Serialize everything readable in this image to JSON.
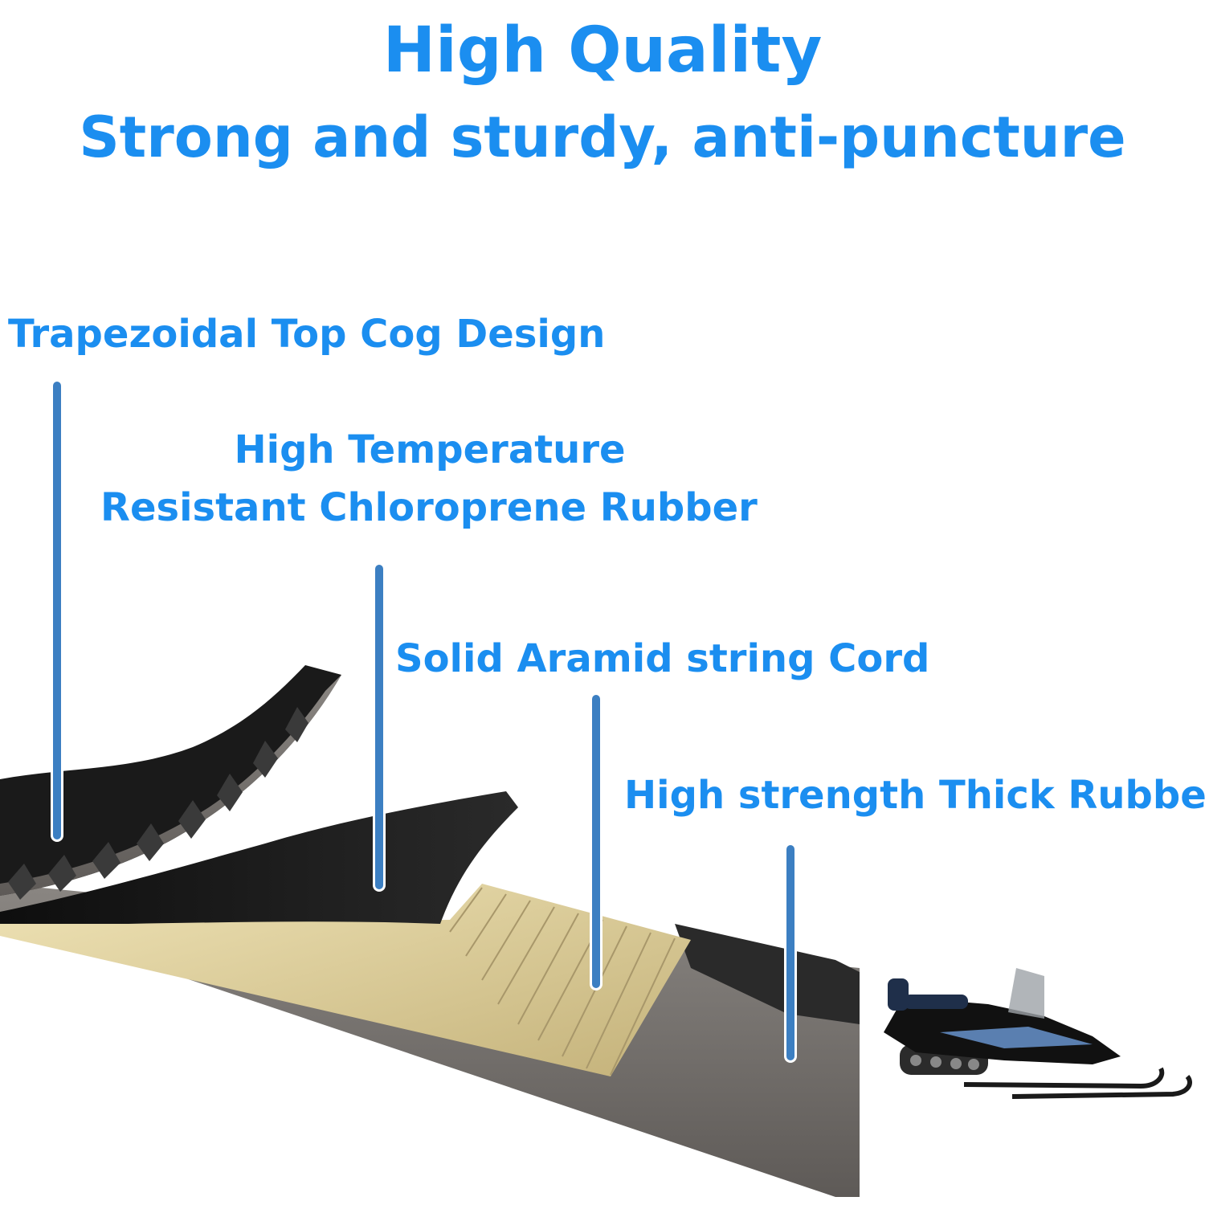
{
  "header": {
    "title": "High Quality",
    "subtitle": "Strong and sturdy, anti-puncture"
  },
  "layers": [
    {
      "label": "Trapezoidal Top Cog Design"
    },
    {
      "label_line1": "High Temperature",
      "label_line2": "Resistant Chloroprene Rubber"
    },
    {
      "label": "Solid Aramid string Cord"
    },
    {
      "label": "High strength Thick Rubber"
    }
  ],
  "colors": {
    "text_blue": "#1b8ef0",
    "pointer_blue": "#3c7fc2",
    "rubber_black": "#1c1c1c",
    "rubber_grey": "#777370",
    "cord_tan": "#d9cc9a"
  },
  "icons": {
    "vehicle": "snowmobile-icon"
  }
}
